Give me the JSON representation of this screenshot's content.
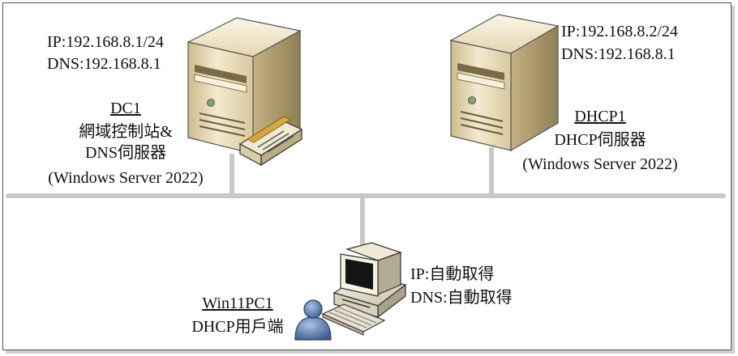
{
  "dc1": {
    "ip": "IP:192.168.8.1/24",
    "dns": "DNS:192.168.8.1",
    "name": "DC1",
    "role1": "網域控制站&",
    "role2": "DNS伺服器",
    "os": "(Windows Server 2022)"
  },
  "dhcp1": {
    "ip": "IP:192.168.8.2/24",
    "dns": "DNS:192.168.8.1",
    "name": "DHCP1",
    "role": "DHCP伺服器",
    "os": "(Windows Server 2022)"
  },
  "client": {
    "ip": "IP:自動取得",
    "dns": "DNS:自動取得",
    "name": "Win11PC1",
    "role": "DHCP用戶端"
  },
  "colors": {
    "network_line": "#c8c8c8",
    "tower_front": "#efe4c4",
    "tower_side": "#b8a676"
  }
}
